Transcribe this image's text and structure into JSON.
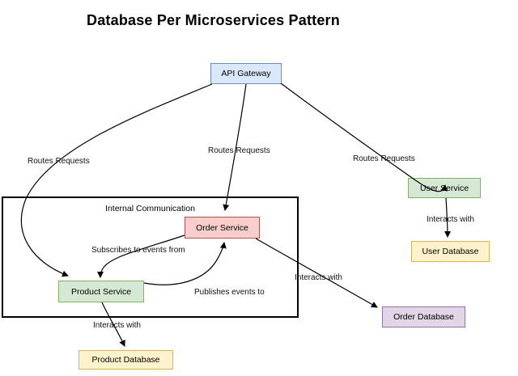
{
  "title": "Database Per Microservices Pattern",
  "container": {
    "label": "Internal Communication"
  },
  "nodes": {
    "api_gateway": {
      "label": "API Gateway",
      "fill": "#dae8fc",
      "stroke": "#6c8ebf"
    },
    "order_service": {
      "label": "Order Service",
      "fill": "#f8cecc",
      "stroke": "#b85450"
    },
    "product_service": {
      "label": "Product Service",
      "fill": "#d5e8d4",
      "stroke": "#82b366"
    },
    "user_service": {
      "label": "User Service",
      "fill": "#d5e8d4",
      "stroke": "#82b366"
    },
    "user_database": {
      "label": "User Database",
      "fill": "#fff2cc",
      "stroke": "#d6b656"
    },
    "order_database": {
      "label": "Order Database",
      "fill": "#e1d5e7",
      "stroke": "#9673a6"
    },
    "product_database": {
      "label": "Product Database",
      "fill": "#fff2cc",
      "stroke": "#d6b656"
    }
  },
  "edges": {
    "gateway_to_product": {
      "label": "Routes Requests"
    },
    "gateway_to_order": {
      "label": "Routes Requests"
    },
    "gateway_to_user": {
      "label": "Routes Requests"
    },
    "user_to_userdb": {
      "label": "Interacts with"
    },
    "order_to_orderdb": {
      "label": "Interacts with"
    },
    "product_to_productdb": {
      "label": "Interacts with"
    },
    "order_to_product": {
      "label": "Subscribes to events from"
    },
    "product_to_order": {
      "label": "Publishes events to"
    }
  },
  "colors": {
    "background": "#ffffff",
    "edge": "#000000",
    "text": "#000000",
    "group_border": "#000000"
  }
}
